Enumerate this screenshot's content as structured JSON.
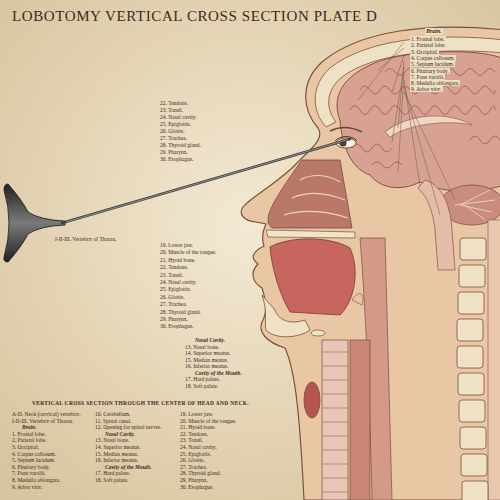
{
  "diagram": {
    "title": "LOBOTOMY VERTICAL CROSS SECTION PLATE D",
    "labels": [
      "Brain.",
      "1. Frontal lobe.",
      "2. Parietal lobe.",
      "3. Occipital.",
      "4. Corpus callosum.",
      "5. Septum lucidum.",
      "6. Pituitary body.",
      "7. Pons varolii.",
      "8. Medulla oblongata.",
      "9. Arbor vitæ.",
      "22. Tendons.",
      "23. Tonsil.",
      "24. Nasal cavity.",
      "25. Epiglottis.",
      "26. Glottis.",
      "27. Trachea.",
      "28. Thyroid gland.",
      "29. Pharynx.",
      "30. Esophagus.",
      "I-II-III. Vertebræ of Thorax.",
      "19. Lower jaw.",
      "20. Muscle of the tongue.",
      "21. Hyoid bone.",
      "22. Tendons.",
      "23. Tonsil.",
      "24. Nasal cavity.",
      "25. Epiglottis.",
      "26. Glottis.",
      "27. Trachea.",
      "28. Thyroid gland.",
      "29. Pharynx.",
      "30. Esophagus.",
      "Nasal Cavity.",
      "13. Nasal bone.",
      "14. Superior meatus.",
      "15. Median meatus.",
      "16. Inferior meatus.",
      "Cavity of the Mouth.",
      "17. Hard palate.",
      "18. Soft palate.",
      "VERTICAL CROSS SECTION THROUGH THE CENTER OF HEAD AND NECK.",
      "A-D. Neck (cervical) vertebræ.",
      "I-II-III. Vertebræ of Thorax.",
      "Brain.",
      "1. Frontal lobe.",
      "2. Parietal lobe.",
      "3. Occipital.",
      "4. Corpus callosum.",
      "5. Septum lucidum.",
      "6. Pituitary body.",
      "7. Pons varolii.",
      "8. Medulla oblongata.",
      "9. Arbor vitæ.",
      "10. Cerebellum.",
      "11. Spinal canal.",
      "12. Opening for spinal nerves.",
      "Nasal Cavity.",
      "13. Nasal bone.",
      "14. Superior meatus.",
      "15. Median meatus.",
      "16. Inferior meatus.",
      "Cavity of the Mouth.",
      "17. Hard palate.",
      "18. Soft palate.",
      "19. Lower jaw.",
      "20. Muscle of the tongue.",
      "21. Hyoid bone.",
      "22. Tendons.",
      "23. Tonsil.",
      "24. Nasal cavity.",
      "25. Epiglottis.",
      "26. Glottis.",
      "27. Trachea.",
      "28. Thyroid gland.",
      "29. Pharynx.",
      "30. Esophagus."
    ]
  }
}
